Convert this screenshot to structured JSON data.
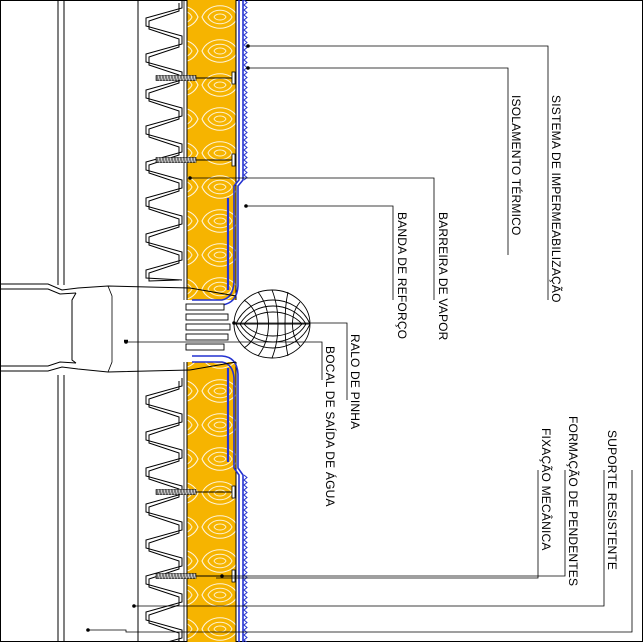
{
  "labels": {
    "waterproofing_system": "SISTEMA DE IMPERMEABILIZAÇÃO",
    "thermal_insulation": "ISOLAMENTO TÉRMICO",
    "vapour_barrier": "BARREIRA DE VAPOR",
    "reinforcement_band": "BANDA DE REFORÇO",
    "pine_drain": "RALO DE PINHA",
    "water_outlet": "BOCAL DE SAÍDA DE ÁGUA",
    "resistant_support": "SUPORTE RESISTENTE",
    "slope_formation": "FORMAÇÃO DE PENDENTES",
    "mechanical_fixing": "FIXAÇÃO MECÂNICA"
  },
  "colors": {
    "insulation_fill": "#f6b400",
    "insulation_swirl": "#ffffff",
    "membrane": "#2432d0",
    "line": "#000000",
    "screw": "#555555"
  }
}
